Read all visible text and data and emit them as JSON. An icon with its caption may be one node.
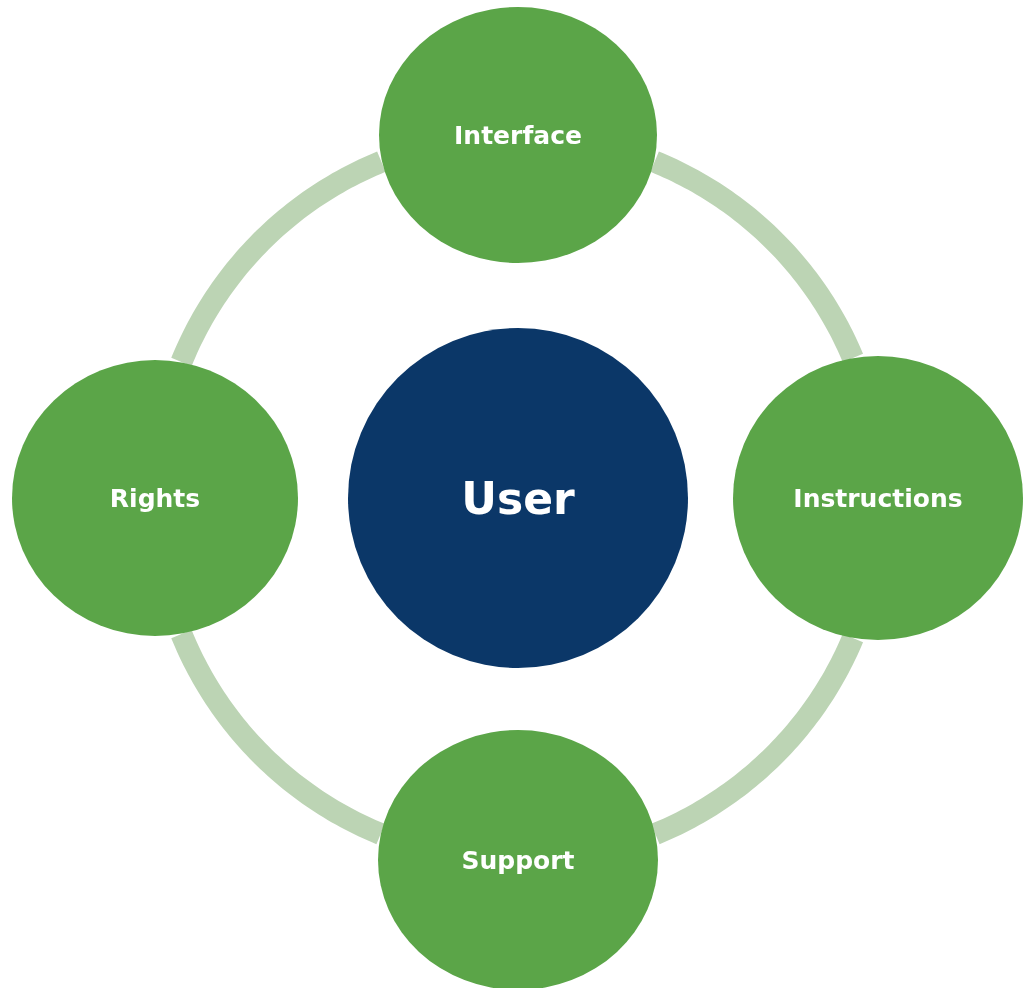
{
  "diagram": {
    "nodes": [
      {
        "text": [
          "Interface"
        ]
      },
      {
        "text": [
          "Rights"
        ]
      },
      {
        "text": [
          "User"
        ]
      },
      {
        "text": [
          "Instructions"
        ]
      },
      {
        "text": [
          "Support"
        ]
      }
    ],
    "edges": [
      {
        "from": 0,
        "to": 3,
        "arrow": "none"
      },
      {
        "from": 3,
        "to": 4,
        "arrow": "none"
      },
      {
        "from": 4,
        "to": 1,
        "arrow": "none"
      },
      {
        "from": 1,
        "to": 0,
        "arrow": "none"
      }
    ]
  }
}
